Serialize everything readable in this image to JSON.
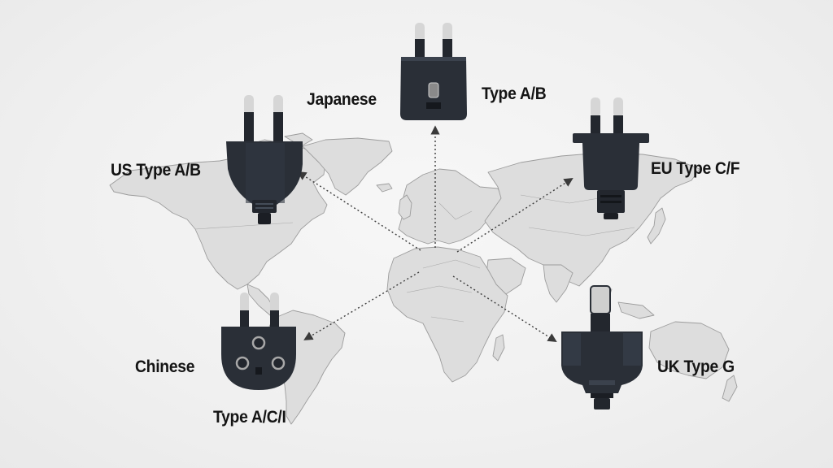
{
  "colors": {
    "background": "#efefef",
    "land": "#dcdcdc",
    "land_border": "#9a9a9a",
    "plug_body": "#262b33",
    "plug_body_highlight": "#3a414c",
    "pin_metal": "#d8d8d8",
    "arrow": "#444444",
    "label_text": "#141414"
  },
  "labels": {
    "japanese": "Japanese",
    "japanese_type": "Type A/B",
    "us": "US Type A/B",
    "eu": "EU Type C/F",
    "chinese": "Chinese",
    "chinese_type": "Type A/C/I",
    "uk": "UK Type G"
  },
  "plugs": [
    {
      "id": "japanese",
      "icon": "japanese-plug-icon",
      "name": "Japanese Type A/B"
    },
    {
      "id": "us",
      "icon": "us-plug-icon",
      "name": "US Type A/B"
    },
    {
      "id": "eu",
      "icon": "eu-plug-icon",
      "name": "EU Type C/F"
    },
    {
      "id": "chinese",
      "icon": "chinese-plug-icon",
      "name": "Chinese Type A/C/I"
    },
    {
      "id": "uk",
      "icon": "uk-plug-icon",
      "name": "UK Type G"
    }
  ],
  "map": {
    "icon": "world-map-icon",
    "style": "light gray political world map"
  },
  "arrows": [
    {
      "from": "europe",
      "to": "japanese",
      "style": "dotted"
    },
    {
      "from": "north-africa",
      "to": "us",
      "style": "dotted"
    },
    {
      "from": "middle-east",
      "to": "eu",
      "style": "dotted"
    },
    {
      "from": "central-africa",
      "to": "chinese",
      "style": "dotted"
    },
    {
      "from": "central-africa",
      "to": "uk",
      "style": "dotted"
    }
  ]
}
